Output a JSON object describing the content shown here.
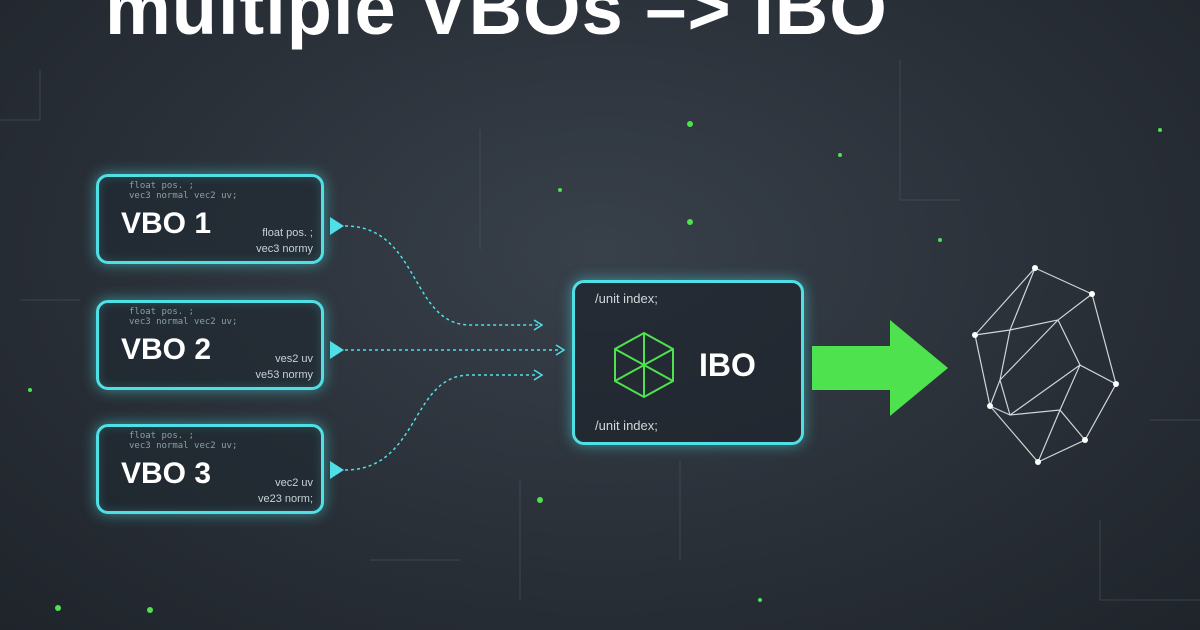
{
  "title": "multiple VBOs –> IBO",
  "vbos": [
    {
      "name": "VBO 1",
      "code_top": "float pos. ;",
      "code_mid": "vec3 normal vec2 uv;",
      "line_a": "float pos. ;",
      "line_b": "vec3 normy"
    },
    {
      "name": "VBO 2",
      "code_top": "float pos. ;",
      "code_mid": "vec3 normal vec2 uv;",
      "line_a": "ves2 uv",
      "line_b": "ve53 normy"
    },
    {
      "name": "VBO 3",
      "code_top": "float pos. ;",
      "code_mid": "vec3 normal vec2 uv;",
      "line_a": "vec2 uv",
      "line_b": "ve23 norm;"
    }
  ],
  "ibo": {
    "name": "IBO",
    "top_text": "/unit index;",
    "bottom_text": "/unit index;"
  },
  "colors": {
    "cyan": "#4fe0e6",
    "green": "#4ee24e",
    "background": "#2a3038"
  }
}
